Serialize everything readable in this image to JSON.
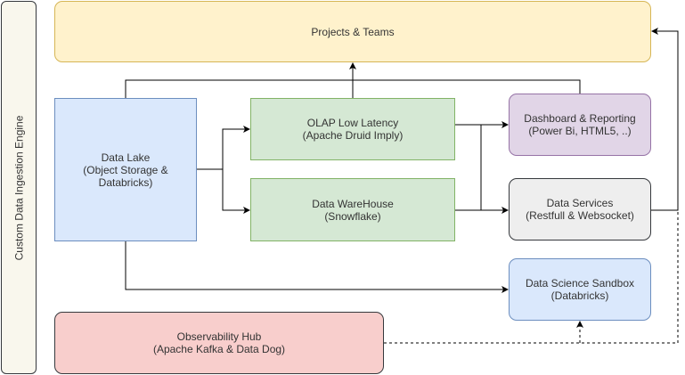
{
  "diagram": {
    "nodes": {
      "engine": {
        "label": "Custom Data Ingestion Engine"
      },
      "projects": {
        "line1": "Projects & Teams"
      },
      "lake": {
        "line1": "Data Lake",
        "line2": "(Object Storage &",
        "line3": "Databricks)"
      },
      "olap": {
        "line1": "OLAP Low Latency",
        "line2": "(Apache Druid Imply)"
      },
      "dwh": {
        "line1": "Data WareHouse",
        "line2": "(Snowflake)"
      },
      "dash": {
        "line1": "Dashboard & Reporting",
        "line2": "(Power Bi, HTML5, ..)"
      },
      "svc": {
        "line1": "Data Services",
        "line2": "(Restfull & Websocket)"
      },
      "sandbox": {
        "line1": "Data Science Sandbox",
        "line2": "(Databricks)"
      },
      "obs": {
        "line1": "Observability Hub",
        "line2": "(Apache Kafka & Data Dog)"
      }
    },
    "edges": [
      {
        "from": "lake",
        "to": "olap",
        "style": "solid"
      },
      {
        "from": "lake",
        "to": "dwh",
        "style": "solid"
      },
      {
        "from": "lake",
        "to": "projects",
        "style": "solid"
      },
      {
        "from": "olap",
        "to": "projects",
        "style": "solid"
      },
      {
        "from": "dash",
        "to": "projects",
        "style": "solid"
      },
      {
        "from": "olap",
        "to": "dash",
        "style": "solid"
      },
      {
        "from": "dwh",
        "to": "svc",
        "style": "solid"
      },
      {
        "from": "olap",
        "to": "svc",
        "style": "solid"
      },
      {
        "from": "svc",
        "to": "projects",
        "style": "solid"
      },
      {
        "from": "lake",
        "to": "sandbox",
        "style": "solid"
      },
      {
        "from": "obs",
        "to": "sandbox",
        "style": "dashed"
      },
      {
        "from": "obs",
        "to": "projects",
        "style": "dashed"
      }
    ]
  }
}
